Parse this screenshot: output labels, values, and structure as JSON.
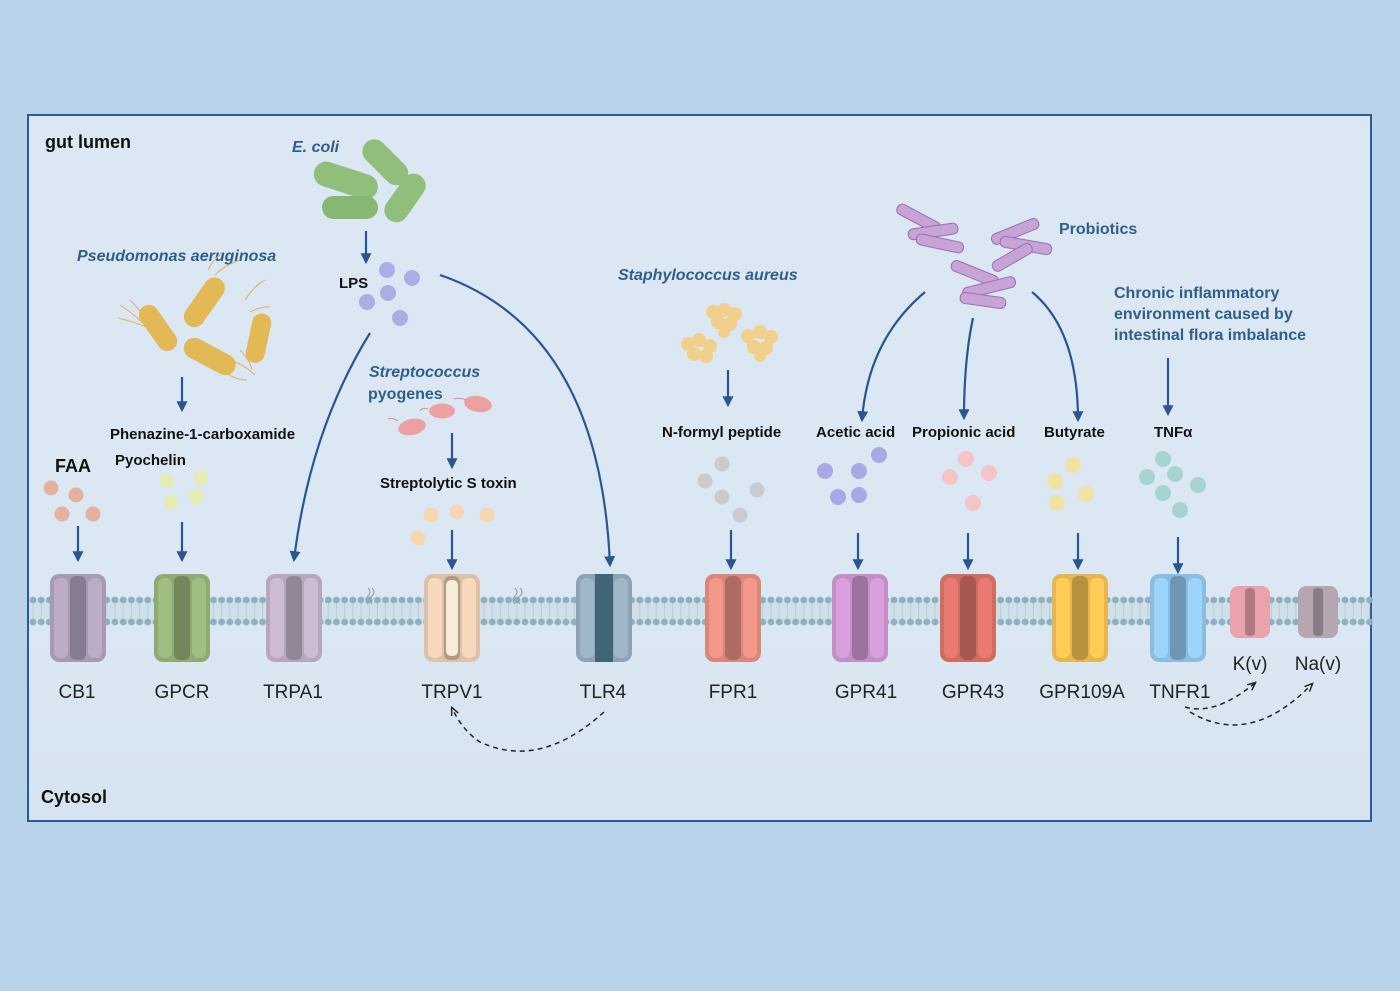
{
  "regions": {
    "lumen": "gut lumen",
    "cytosol": "Cytosol"
  },
  "microbes": {
    "ecoli": "E.  coli",
    "pseudomonas": "Pseudomonas aeruginosa",
    "streptococcus_line1": "Streptococcus",
    "streptococcus_line2": "pyogenes",
    "staph": "Staphylococcus aureus",
    "probiotics": "Probiotics"
  },
  "environment_note": {
    "line1": "Chronic inflammatory",
    "line2": "environment caused by",
    "line3": "intestinal flora imbalance"
  },
  "ligands": {
    "lps": "LPS",
    "faa": "FAA",
    "phenazine": "Phenazine-1-carboxamide",
    "pyochelin": "Pyochelin",
    "streptolytic": "Streptolytic S toxin",
    "nformyl": "N-formyl peptide",
    "acetic": "Acetic acid",
    "propionic": "Propionic acid",
    "butyrate": "Butyrate",
    "tnfa": "TNFα"
  },
  "receptors": [
    {
      "key": "cb1",
      "label": "CB1",
      "color": "#a99ab3"
    },
    {
      "key": "gpcr",
      "label": "GPCR",
      "color": "#8faa73"
    },
    {
      "key": "trpa1",
      "label": "TRPA1",
      "color": "#b7a7bd"
    },
    {
      "key": "trpv1",
      "label": "TRPV1",
      "color": "#dcc2a8"
    },
    {
      "key": "tlr4",
      "label": "TLR4",
      "color": "#8fa3b4"
    },
    {
      "key": "fpr1",
      "label": "FPR1",
      "color": "#d9877a"
    },
    {
      "key": "gpr41",
      "label": "GPR41",
      "color": "#c38fc6"
    },
    {
      "key": "gpr43",
      "label": "GPR43",
      "color": "#cf6d63"
    },
    {
      "key": "gpr109a",
      "label": "GPR109A",
      "color": "#e6b64f"
    },
    {
      "key": "tnfr1",
      "label": "TNFR1",
      "color": "#8bbde0"
    }
  ],
  "channels": [
    {
      "key": "kv",
      "label": "K(v)",
      "color": "#e9a3ac"
    },
    {
      "key": "nav",
      "label": "Na(v)",
      "color": "#b5a6b2"
    }
  ],
  "colors": {
    "background": "#b9d3ea",
    "panel": "#dbe7f2",
    "frame": "#2a5b97",
    "arrow": "#2a5590",
    "membrane": "#8fb1bf",
    "ecoli": "#8fbf7a",
    "pseudomonas": "#e2b955",
    "streptococcus": "#eda0a2",
    "staph": "#f0d08a",
    "probiotic": "#c7a3d6",
    "lps_dot": "#a9aee6",
    "faa_dot": "#e4b19e",
    "pyochelin_dot": "#e4ecb4",
    "streptolytic_dot": "#f5d7b2",
    "nformyl_dot": "#c8ccd1",
    "acetic_dot": "#a9a8e6",
    "propionic_dot": "#f4c4c6",
    "butyrate_dot": "#f2e3a2",
    "tnfa_dot": "#a7d3d0"
  }
}
